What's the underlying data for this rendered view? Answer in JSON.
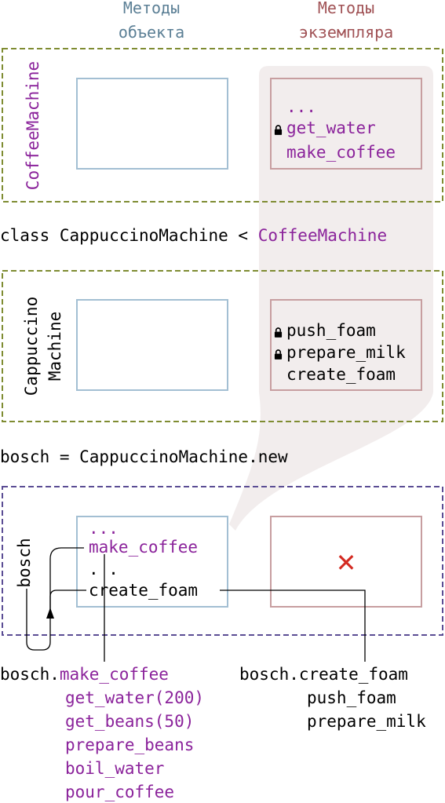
{
  "colors": {
    "object_col": "#5b7f95",
    "instance_col": "#a05255",
    "green_border": "#7f8c32",
    "purple_border": "#5b4d94",
    "object_box": "#a3bfd3",
    "instance_box": "#c79ea0",
    "method": "#8b239b",
    "highlight": "#f2eded",
    "cross": "#d42b22",
    "text": "#000000"
  },
  "headers": {
    "object_methods_line1": "Методы",
    "object_methods_line2": "объекта",
    "instance_methods_line1": "Методы",
    "instance_methods_line2": "экземпляра"
  },
  "coffee_machine": {
    "label": "CoffeeMachine",
    "instance_methods": [
      {
        "name": "...",
        "locked": false
      },
      {
        "name": "get_water",
        "locked": true
      },
      {
        "name": "make_coffee",
        "locked": false
      }
    ]
  },
  "class_decl": {
    "prefix": "class CappuccinoMachine < ",
    "parent": "CoffeeMachine"
  },
  "cappuccino_machine": {
    "label_line1": "Cappuccino",
    "label_line2": "Machine",
    "instance_methods": [
      {
        "name": "push_foam",
        "locked": true
      },
      {
        "name": "prepare_milk",
        "locked": true
      },
      {
        "name": "create_foam",
        "locked": false
      }
    ]
  },
  "instantiation": "bosch = CappuccinoMachine.new",
  "bosch_object": {
    "label": "bosch",
    "object_methods": [
      "...",
      "make_coffee",
      ". .",
      "create_foam"
    ],
    "instance_methods_empty": "✕"
  },
  "call_left": {
    "receiver": "bosch.",
    "method": "make_coffee",
    "sub_calls": [
      "get_water(200)",
      "get_beans(50)",
      "prepare_beans",
      "boil_water",
      "pour_coffee"
    ]
  },
  "call_right": {
    "line": "bosch.create_foam",
    "sub_calls": [
      "push_foam",
      "prepare_milk"
    ]
  }
}
